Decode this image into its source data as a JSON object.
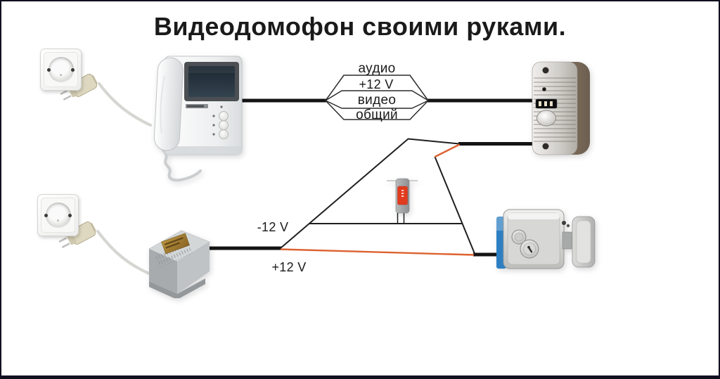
{
  "title": "Видеодомофон своими руками.",
  "cable_labels": {
    "audio": "аудио",
    "plus12": "+12 V",
    "video": "видео",
    "common": "общий"
  },
  "power_labels": {
    "minus12": "-12 V",
    "plus12": "+12 V"
  },
  "colors": {
    "background": "#ffffff",
    "frame": "#101020",
    "wire_black": "#141414",
    "wire_thin": "#1f1f1f",
    "wire_orange": "#dd6230",
    "cord_gray": "#d6d6d2",
    "label_text": "#1a1a1a",
    "exit_button_red": "#e23b1e",
    "lock_blue": "#2e7fc2"
  }
}
